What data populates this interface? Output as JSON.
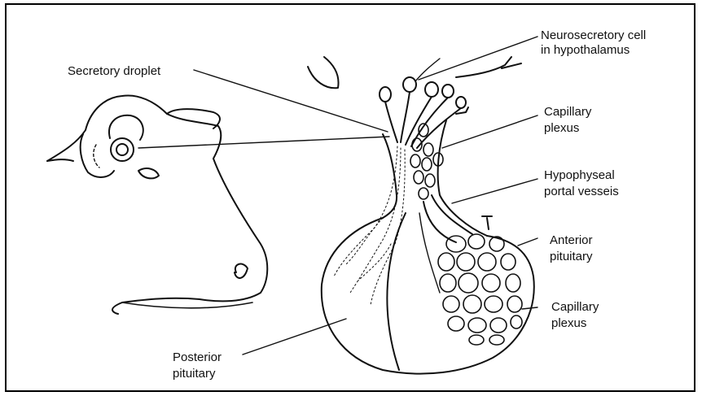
{
  "labels": {
    "secretory_droplet": "Secretory droplet",
    "neurosecretory_line1": "Neurosecretory cell",
    "neurosecretory_line2": "in hypothalamus",
    "capillary_plexus_top_line1": "Capillary",
    "capillary_plexus_top_line2": "plexus",
    "portal_line1": "Hypophyseal",
    "portal_line2": "portal vesseis",
    "anterior_line1": "Anterior",
    "anterior_line2": "pituitary",
    "capillary_plexus_bottom_line1": "Capillary",
    "capillary_plexus_bottom_line2": "plexus",
    "posterior_line1": "Posterior",
    "posterior_line2": "pituitary"
  },
  "style": {
    "ink": "#111111",
    "background": "#ffffff"
  }
}
